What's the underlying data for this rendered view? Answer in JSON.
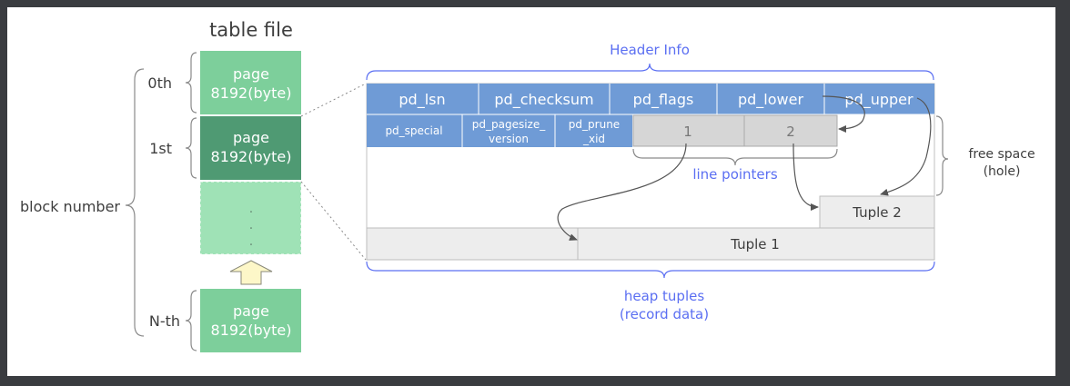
{
  "title": "table file",
  "colors": {
    "page_green": "#7dcf9b",
    "page_green_dark": "#4f9a73",
    "header_blue": "#6f9bd6",
    "label_blue": "#5b6ff2",
    "pointer_gray": "#d6d6d6",
    "tuple_gray": "#ededed",
    "arrow_fill": "#fdf7c8"
  },
  "block_labels": {
    "block_number": "block number",
    "first": "0th",
    "second": "1st",
    "last": "N-th"
  },
  "pages": {
    "line1": "page",
    "line2": "8192(byte)",
    "ellipsis": "."
  },
  "header": {
    "info_label": "Header Info",
    "row1": [
      "pd_lsn",
      "pd_checksum",
      "pd_flags",
      "pd_lower",
      "pd_upper"
    ],
    "special": "pd_special",
    "pagesize_line1": "pd_pagesize_",
    "pagesize_line2": "version",
    "prune_line1": "pd_prune",
    "prune_line2": "_xid"
  },
  "pointers": {
    "p1": "1",
    "p2": "2",
    "label": "line pointers"
  },
  "free_space": {
    "line1": "free space",
    "line2": "(hole)"
  },
  "tuples": {
    "t2": "Tuple 2",
    "t1": "Tuple 1"
  },
  "heap": {
    "line1": "heap tuples",
    "line2": "(record data)"
  }
}
